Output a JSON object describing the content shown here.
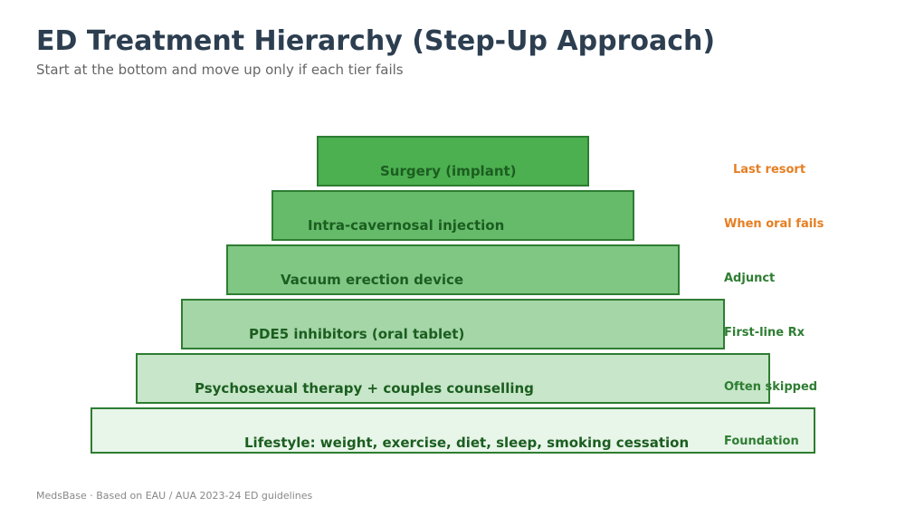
{
  "header": {
    "title": "ED Treatment Hierarchy (Step-Up Approach)",
    "subtitle": "Start at the bottom and move up only if each tier fails"
  },
  "tiers": [
    {
      "label": "Surgery (implant)",
      "note": "Last resort",
      "fill": "#4caf50",
      "note_color": "#e67e22"
    },
    {
      "label": "Intra-cavernosal injection",
      "note": "When oral fails",
      "fill": "#66bb6a",
      "note_color": "#e67e22"
    },
    {
      "label": "Vacuum erection device",
      "note": "Adjunct",
      "fill": "#81c784",
      "note_color": "#2e7d32"
    },
    {
      "label": "PDE5 inhibitors (oral tablet)",
      "note": "First-line Rx",
      "fill": "#a5d6a7",
      "note_color": "#2e7d32"
    },
    {
      "label": "Psychosexual therapy + couples counselling",
      "note": "Often skipped",
      "fill": "#c8e6c9",
      "note_color": "#2e7d32"
    },
    {
      "label": "Lifestyle: weight, exercise, diet, sleep, smoking cessation",
      "note": "Foundation",
      "fill": "#e8f5e9",
      "note_color": "#2e7d32"
    }
  ],
  "footer": {
    "text": "MedsBase · Based on EAU / AUA 2023-24 ED guidelines"
  },
  "colors": {
    "title": "#2c3e50",
    "tier_border": "#2e7d32",
    "tier_text": "#1b5e20"
  }
}
